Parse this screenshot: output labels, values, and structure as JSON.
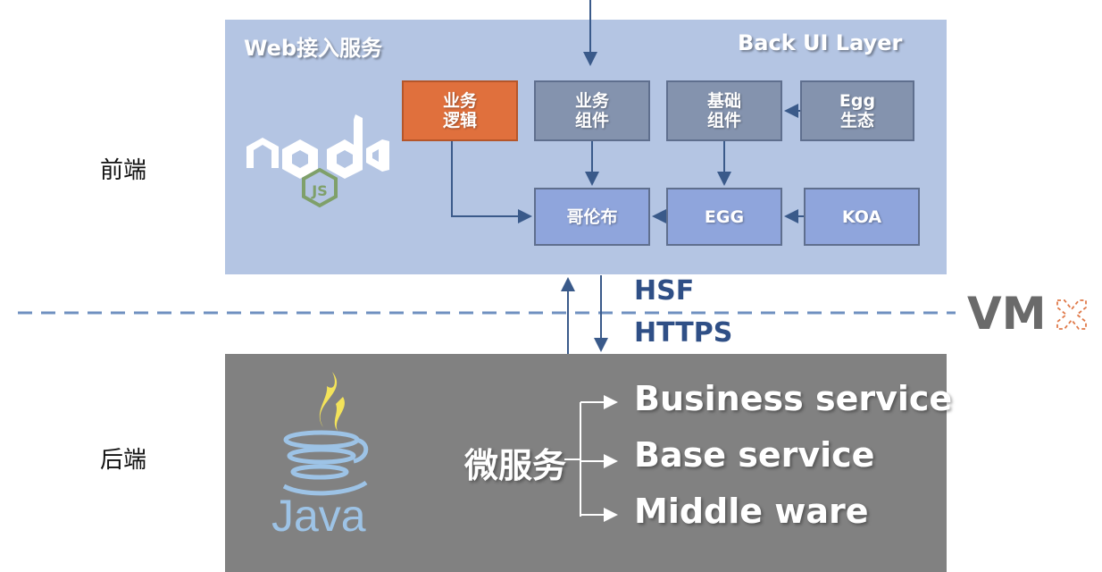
{
  "labels": {
    "frontend": "前端",
    "backend": "后端"
  },
  "frontend": {
    "title_left": "Web接入服务",
    "title_right": "Back UI Layer",
    "logo": "node-js-logo",
    "boxes": {
      "business_logic": "业务\n逻辑",
      "business_component": "业务\n组件",
      "base_component": "基础\n组件",
      "egg_ecosystem": "Egg\n生态",
      "columbus": "哥伦布",
      "egg": "EGG",
      "koa": "KOA"
    }
  },
  "protocols": {
    "hsf": "HSF",
    "https": "HTTPS"
  },
  "vm": {
    "label": "VM",
    "icon": "dashed-x-icon"
  },
  "backend": {
    "logo": "java-logo",
    "java_text": "Java",
    "micro_label": "微服务",
    "services": [
      "Business service",
      "Base service",
      "Middle ware"
    ]
  },
  "colors": {
    "frontend_bg": "#b4c5e3",
    "backend_bg": "#818181",
    "box_gray": "#8493ae",
    "box_blue": "#8fa5dc",
    "box_orange": "#e0703d",
    "arrow": "#3a5a8a",
    "protocol_text": "#2f4f86",
    "vm_icon": "#e07a4a"
  }
}
